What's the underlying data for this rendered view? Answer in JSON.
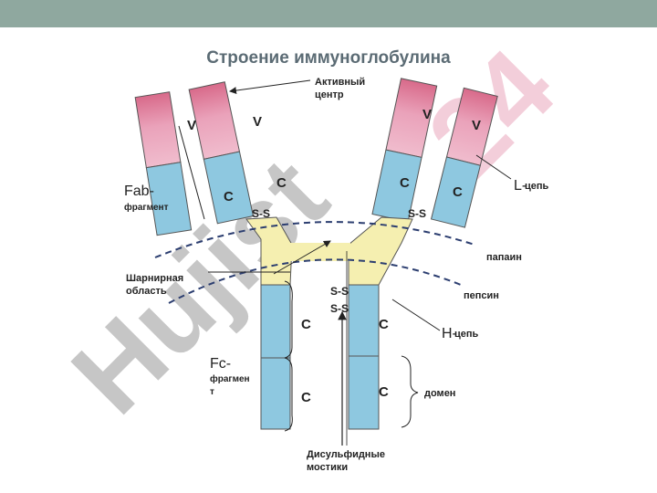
{
  "title": "Строение иммуноглобулина",
  "watermark": {
    "text_left": "Hujist",
    "text_right": "24",
    "color_left": "#b8b8b8",
    "color_right": "#f2c6d4"
  },
  "labels": {
    "active_center": "Активный центр",
    "fab_main": "Fab-",
    "fab_sub": "фрагмент",
    "hinge_line1": "Шарнирная",
    "hinge_line2": "область",
    "fc_main": "Fc-",
    "fc_sub1": "фрагмен",
    "fc_sub2": "т",
    "l_chain_main": "L-",
    "l_chain_sub": "цепь",
    "h_chain_main": "H-",
    "h_chain_sub": "цепь",
    "papain": "папаин",
    "pepsin": "пепсин",
    "domain": "домен",
    "disulfide_line1": "Дисульфидные",
    "disulfide_line2": "мостики"
  },
  "segment_marks": {
    "v_left_light": "V",
    "v_left_heavy": "V",
    "v_right_heavy": "V",
    "v_right_light": "V",
    "c_left_heavy_arm": "C",
    "c_left_light": "C",
    "c_right_heavy_arm": "C",
    "c_right_light": "C",
    "c_fc_upper_left": "C",
    "c_fc_upper_right": "C",
    "c_fc_lower_left": "C",
    "c_fc_lower_right": "C",
    "ss_left_arm": "S-S",
    "ss_right_arm": "S-S",
    "ss_hinge_1": "S-S",
    "ss_hinge_2": "S-S"
  },
  "colors": {
    "variable": "#e8a0b8",
    "variable_tip": "#d86a8a",
    "constant": "#8ec8e0",
    "hinge": "#f5efb0",
    "outline": "#555555",
    "title": "#5b6b74",
    "topbar": "#8fa89f"
  }
}
